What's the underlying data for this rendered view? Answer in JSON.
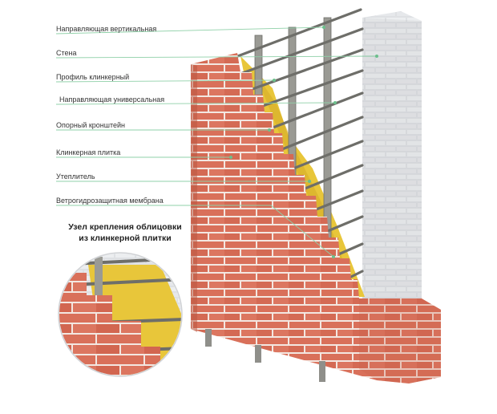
{
  "labels": [
    {
      "id": "vertical-guide",
      "text": "Направляющая вертикальная"
    },
    {
      "id": "wall",
      "text": "Стена"
    },
    {
      "id": "clinker-profile",
      "text": "Профиль клинкерный"
    },
    {
      "id": "universal-guide",
      "text": "Направляющая универсальная"
    },
    {
      "id": "support-bracket",
      "text": "Опорный кронштейн"
    },
    {
      "id": "clinker-tile",
      "text": "Клинкерная плитка"
    },
    {
      "id": "insulation",
      "text": "Утеплитель"
    },
    {
      "id": "membrane",
      "text": "Ветрогидрозащитная мембрана"
    }
  ],
  "inset_title": {
    "line1": "Узел крепления облицовки",
    "line2": "из клинкерной плитки"
  },
  "colors": {
    "brick": "#d9705a",
    "brick_dark": "#b8553f",
    "mortar": "#f3e7e1",
    "wall_block": "#eef0f2",
    "insulation": "#e8c63a",
    "metal": "#8f8f8a",
    "leader": "#8fd0a8"
  }
}
